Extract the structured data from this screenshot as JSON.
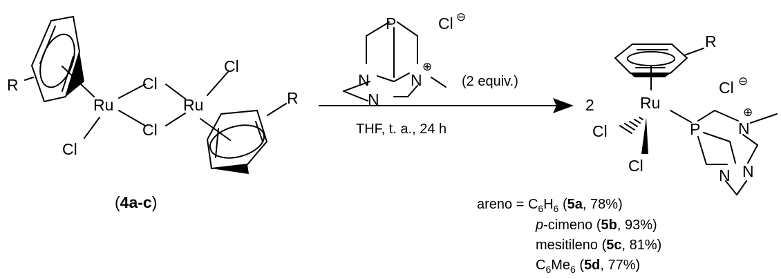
{
  "reactant": {
    "substituent_left": "R",
    "substituent_right": "R",
    "metal_top": "Ru",
    "metal_bottom": "Ru",
    "cl_bridge_top": "Cl",
    "cl_bridge_bottom": "Cl",
    "cl_terminal_left": "Cl",
    "cl_terminal_right": "Cl",
    "label_open": "(",
    "label_id": "4a-c",
    "label_close": ")"
  },
  "reagent": {
    "p_atom": "P",
    "n_atom_a": "N",
    "n_atom_b": "N",
    "n_atom_plus": "N",
    "plus_charge": "⊕",
    "counterion": "Cl",
    "counterion_charge": "⊖",
    "equivalents": "(2 equiv.)"
  },
  "conditions": {
    "text": "THF, t. a., 24 h"
  },
  "product": {
    "coefficient": "2",
    "substituent": "R",
    "metal": "Ru",
    "cl_hash": "Cl",
    "cl_wedge": "Cl",
    "p_atom": "P",
    "n_atom_plus": "N",
    "plus_charge": "⊕",
    "n_atom_a": "N",
    "n_atom_b": "N",
    "counterion": "Cl",
    "counterion_charge": "⊖"
  },
  "yields": [
    {
      "prefix": "areno = ",
      "name_main": "C",
      "sub1": "6",
      "name_mid": "H",
      "sub2": "6",
      "name_end": "",
      "open": " (",
      "code": "5a",
      "rest": ", 78%)"
    },
    {
      "prefix": "",
      "name_main": "p",
      "sub1": "",
      "name_mid": "-cimeno",
      "sub2": "",
      "name_end": "",
      "open": " (",
      "code": "5b",
      "rest": ", 93%)"
    },
    {
      "prefix": "",
      "name_main": "mesitileno",
      "sub1": "",
      "name_mid": "",
      "sub2": "",
      "name_end": "",
      "open": " (",
      "code": "5c",
      "rest": ", 81%)"
    },
    {
      "prefix": "",
      "name_main": "C",
      "sub1": "6",
      "name_mid": "Me",
      "sub2": "6",
      "name_end": "",
      "open": " (",
      "code": "5d",
      "rest": ", 77%)"
    }
  ]
}
